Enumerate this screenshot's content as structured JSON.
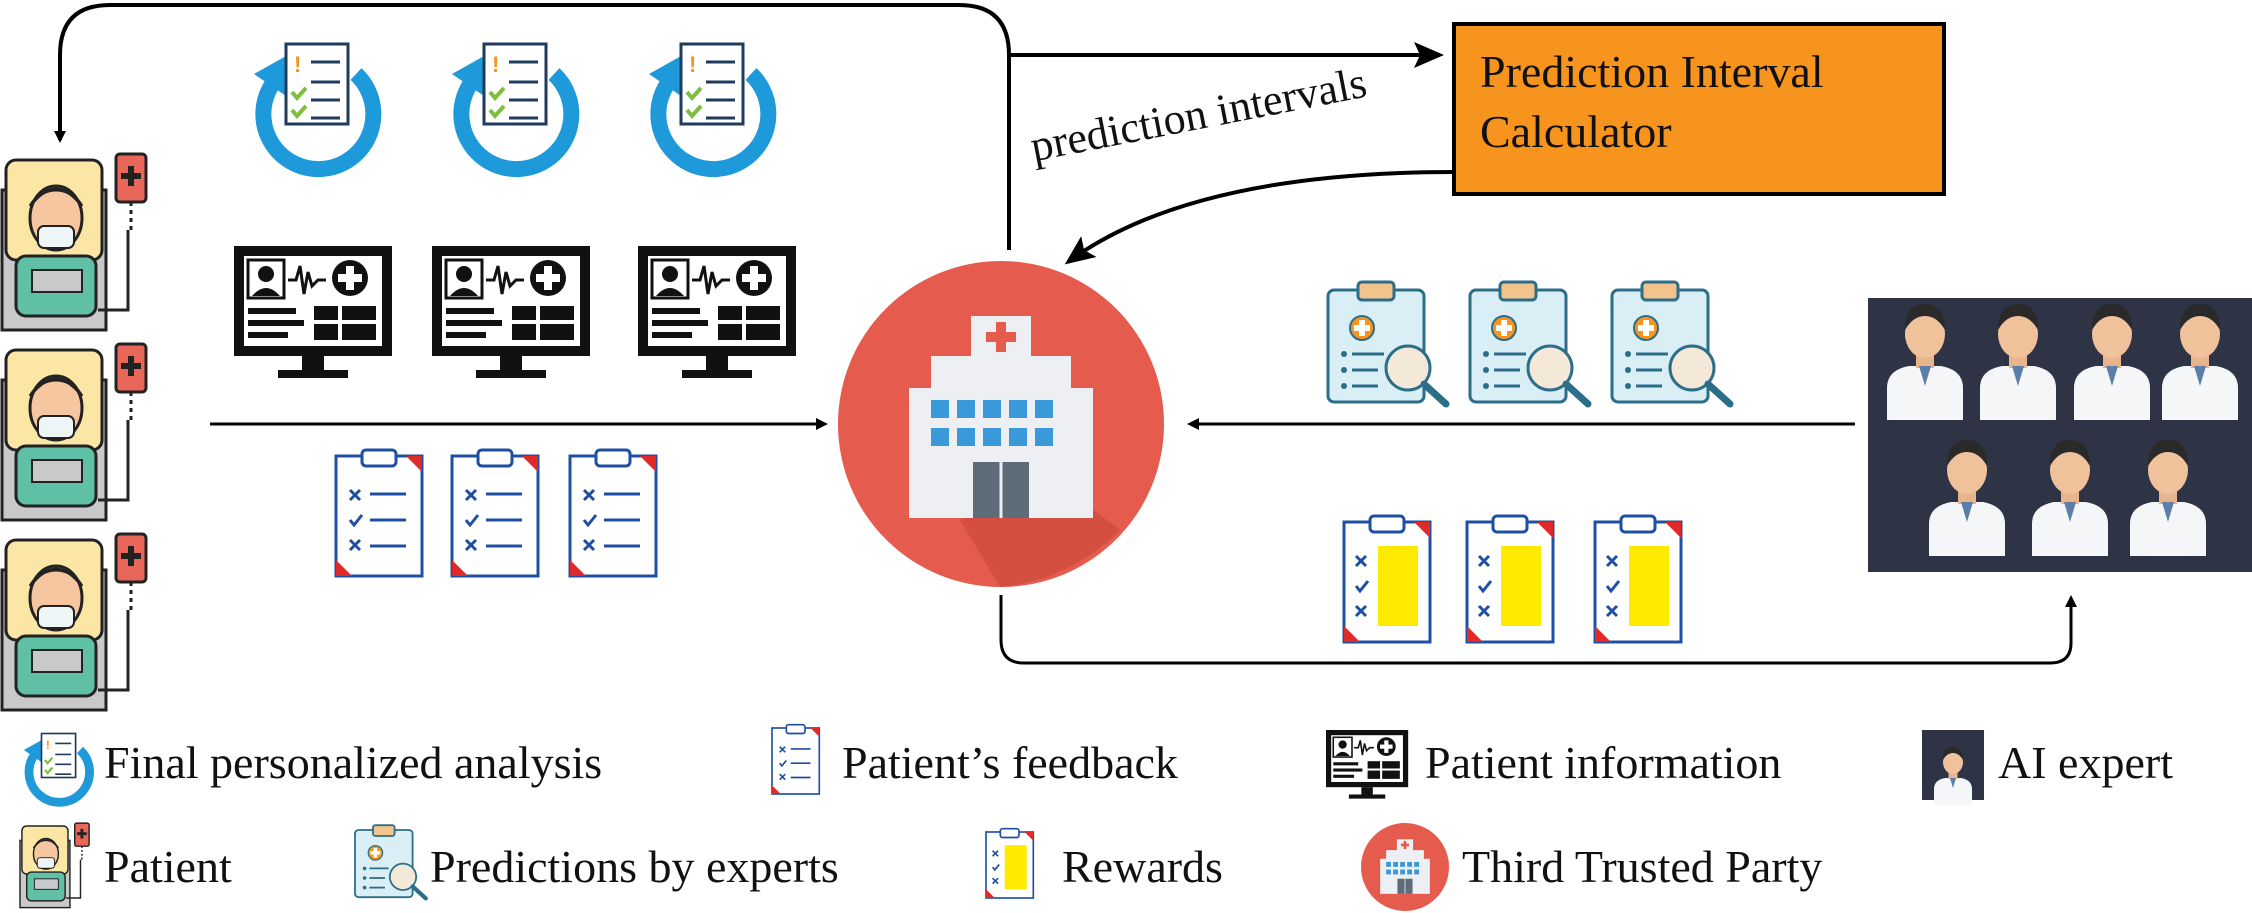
{
  "calculator": {
    "line1": "Prediction Interval",
    "line2": "Calculator"
  },
  "arrow_label": "prediction intervals",
  "legend": {
    "final_analysis": "Final personalized analysis",
    "feedback": "Patient’s feedback",
    "patient_info": "Patient information",
    "ai_expert": "AI expert",
    "patient": "Patient",
    "predictions": "Predictions by experts",
    "rewards": "Rewards",
    "third_party": "Third Trusted Party"
  },
  "colors": {
    "calculator_fill": "#F7941D",
    "hospital_circle": "#E55B4D",
    "expert_panel": "#2E3446",
    "cycle_blue": "#1E9ADB",
    "feedback_blue": "#1F4FA3",
    "reward_yellow": "#FFEB00",
    "check_green": "#7DBE3C",
    "exclaim_orange": "#F7941D"
  }
}
